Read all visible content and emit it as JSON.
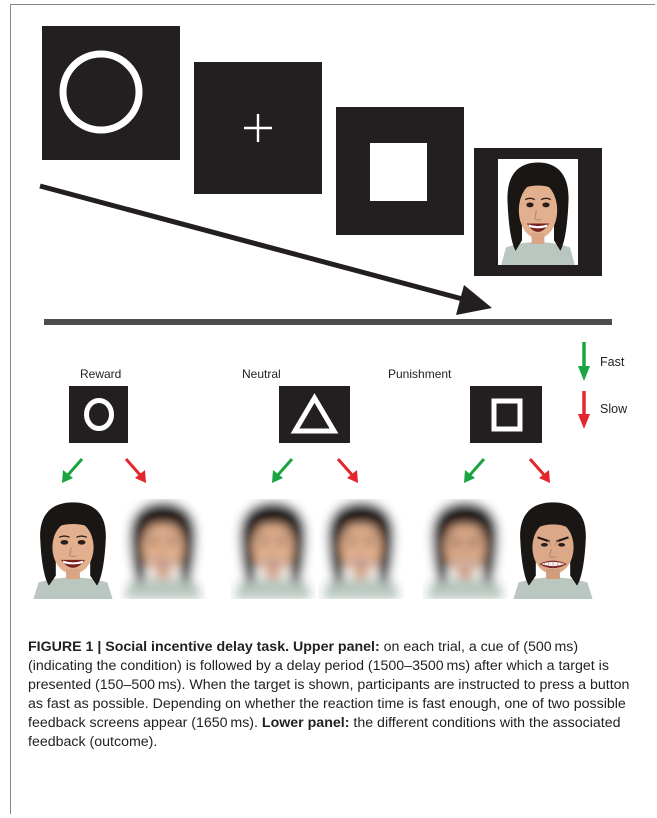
{
  "figure": {
    "conditions": [
      {
        "label": "Reward",
        "cue_shape": "circle",
        "fast_outcome": "smiling-face",
        "slow_outcome": "blurred-face"
      },
      {
        "label": "Neutral",
        "cue_shape": "triangle",
        "fast_outcome": "blurred-face",
        "slow_outcome": "blurred-face"
      },
      {
        "label": "Punishment",
        "cue_shape": "square",
        "fast_outcome": "blurred-face",
        "slow_outcome": "angry-face"
      }
    ],
    "legend": {
      "fast_label": "Fast",
      "slow_label": "Slow",
      "fast_color": "#1aa542",
      "slow_color": "#e2262c"
    },
    "sequence": [
      "cue-circle",
      "fixation-cross",
      "target-square",
      "feedback-face"
    ]
  },
  "caption": {
    "label": "FIGURE 1 | Social incentive delay task.",
    "upper_label": "Upper panel:",
    "upper_text": "on each trial, a cue of (500 ms) (indicating the condition) is followed by a delay period (1500–3500 ms) after which a target is presented (150–500 ms). When the target is shown, participants are instructed to press a button as fast as possible. Depending on whether the reaction time is fast enough, one of two possible feedback screens appear (1650 ms).",
    "lower_label": "Lower panel:",
    "lower_text": "the different conditions with the associated feedback (outcome)."
  }
}
